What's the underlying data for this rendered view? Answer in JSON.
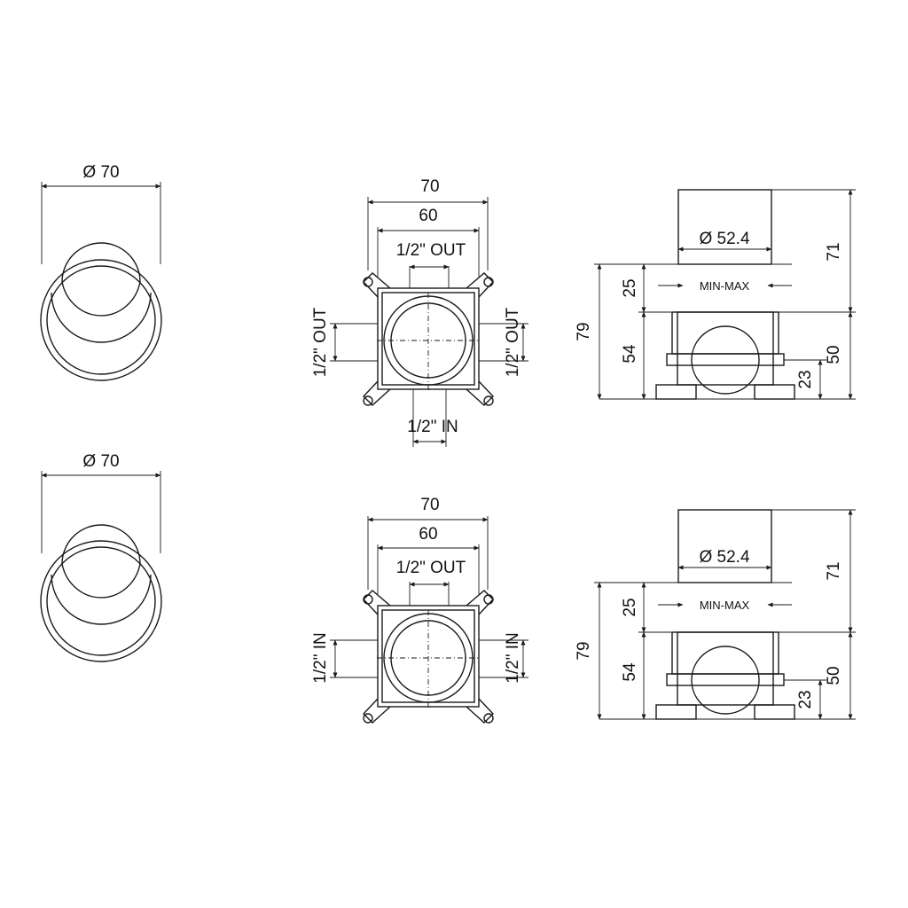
{
  "rows": [
    {
      "knob": {
        "diameter_label": "Ø 70"
      },
      "front": {
        "width_outer_label": "70",
        "width_inner_label": "60",
        "top_port_label": "1/2\" OUT",
        "left_port_label": "1/2\" OUT",
        "right_port_label": "1/2\" OUT",
        "bottom_port_label": "1/2\" IN"
      },
      "side": {
        "diameter_label": "Ø 52.4",
        "range_label": "MIN-MAX",
        "height_71_label": "71",
        "height_79_label": "79",
        "height_25_label": "25",
        "height_54_label": "54",
        "height_50_label": "50",
        "height_23_label": "23"
      }
    },
    {
      "knob": {
        "diameter_label": "Ø 70"
      },
      "front": {
        "width_outer_label": "70",
        "width_inner_label": "60",
        "top_port_label": "1/2\" OUT",
        "left_port_label": "1/2\" IN",
        "right_port_label": "1/2\" IN"
      },
      "side": {
        "diameter_label": "Ø 52.4",
        "range_label": "MIN-MAX",
        "height_71_label": "71",
        "height_79_label": "79",
        "height_25_label": "25",
        "height_54_label": "54",
        "height_50_label": "50",
        "height_23_label": "23"
      }
    }
  ]
}
